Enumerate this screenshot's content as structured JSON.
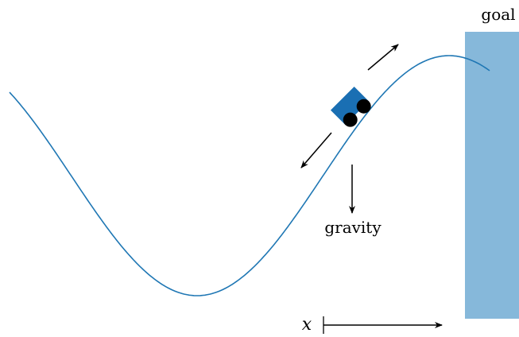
{
  "labels": {
    "goal": "goal",
    "gravity": "gravity",
    "x": "x"
  },
  "colors": {
    "curve": "#1f77b4",
    "cart": "#1a6fb3",
    "goal_area": "#86b8da",
    "wheel": "#000000",
    "arrow": "#000000"
  },
  "icons": {
    "cart": "cart-icon",
    "wheel": "wheel-icon"
  }
}
